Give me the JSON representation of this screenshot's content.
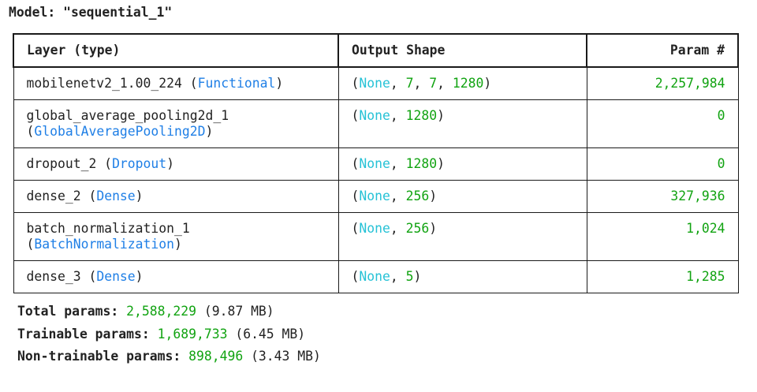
{
  "model_title": "Model: \"sequential_1\"",
  "headers": {
    "layer": "Layer (type)",
    "output": "Output Shape",
    "params": "Param #"
  },
  "rows": [
    {
      "layer_name": "mobilenetv2_1.00_224",
      "layer_type": "Functional",
      "type_on_new_line": false,
      "shape": [
        "None",
        "7",
        "7",
        "1280"
      ],
      "params": "2,257,984"
    },
    {
      "layer_name": "global_average_pooling2d_1",
      "layer_type": "GlobalAveragePooling2D",
      "type_on_new_line": true,
      "shape": [
        "None",
        "1280"
      ],
      "params": "0"
    },
    {
      "layer_name": "dropout_2",
      "layer_type": "Dropout",
      "type_on_new_line": false,
      "shape": [
        "None",
        "1280"
      ],
      "params": "0"
    },
    {
      "layer_name": "dense_2",
      "layer_type": "Dense",
      "type_on_new_line": false,
      "shape": [
        "None",
        "256"
      ],
      "params": "327,936"
    },
    {
      "layer_name": "batch_normalization_1",
      "layer_type": "BatchNormalization",
      "type_on_new_line": true,
      "shape": [
        "None",
        "256"
      ],
      "params": "1,024"
    },
    {
      "layer_name": "dense_3",
      "layer_type": "Dense",
      "type_on_new_line": false,
      "shape": [
        "None",
        "5"
      ],
      "params": "1,285"
    }
  ],
  "totals": [
    {
      "label": "Total params:",
      "value": "2,588,229",
      "size": "(9.87 MB)"
    },
    {
      "label": "Trainable params:",
      "value": "1,689,733",
      "size": "(6.45 MB)"
    },
    {
      "label": "Non-trainable params:",
      "value": "898,496",
      "size": "(3.43 MB)"
    }
  ],
  "colors": {
    "number": "#11a311",
    "none_keyword": "#26c2d6",
    "layer_type": "#1f7fe6",
    "text": "#222222",
    "border": "#1a1a1a"
  }
}
